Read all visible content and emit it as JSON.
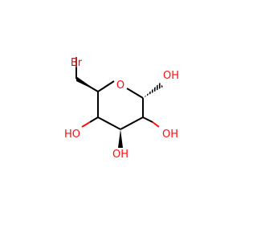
{
  "structure": {
    "colors": {
      "bond": "#000000",
      "oxygen": "#ff0d0d",
      "bromine": "#a62929"
    },
    "labels": {
      "ring_oxygen": "O",
      "bromine": "Br",
      "hydroxyl_c1": "OH",
      "hydroxyl_c2": "OH",
      "hydroxyl_c3": "OH",
      "hydroxyl_c4": "HO"
    }
  }
}
